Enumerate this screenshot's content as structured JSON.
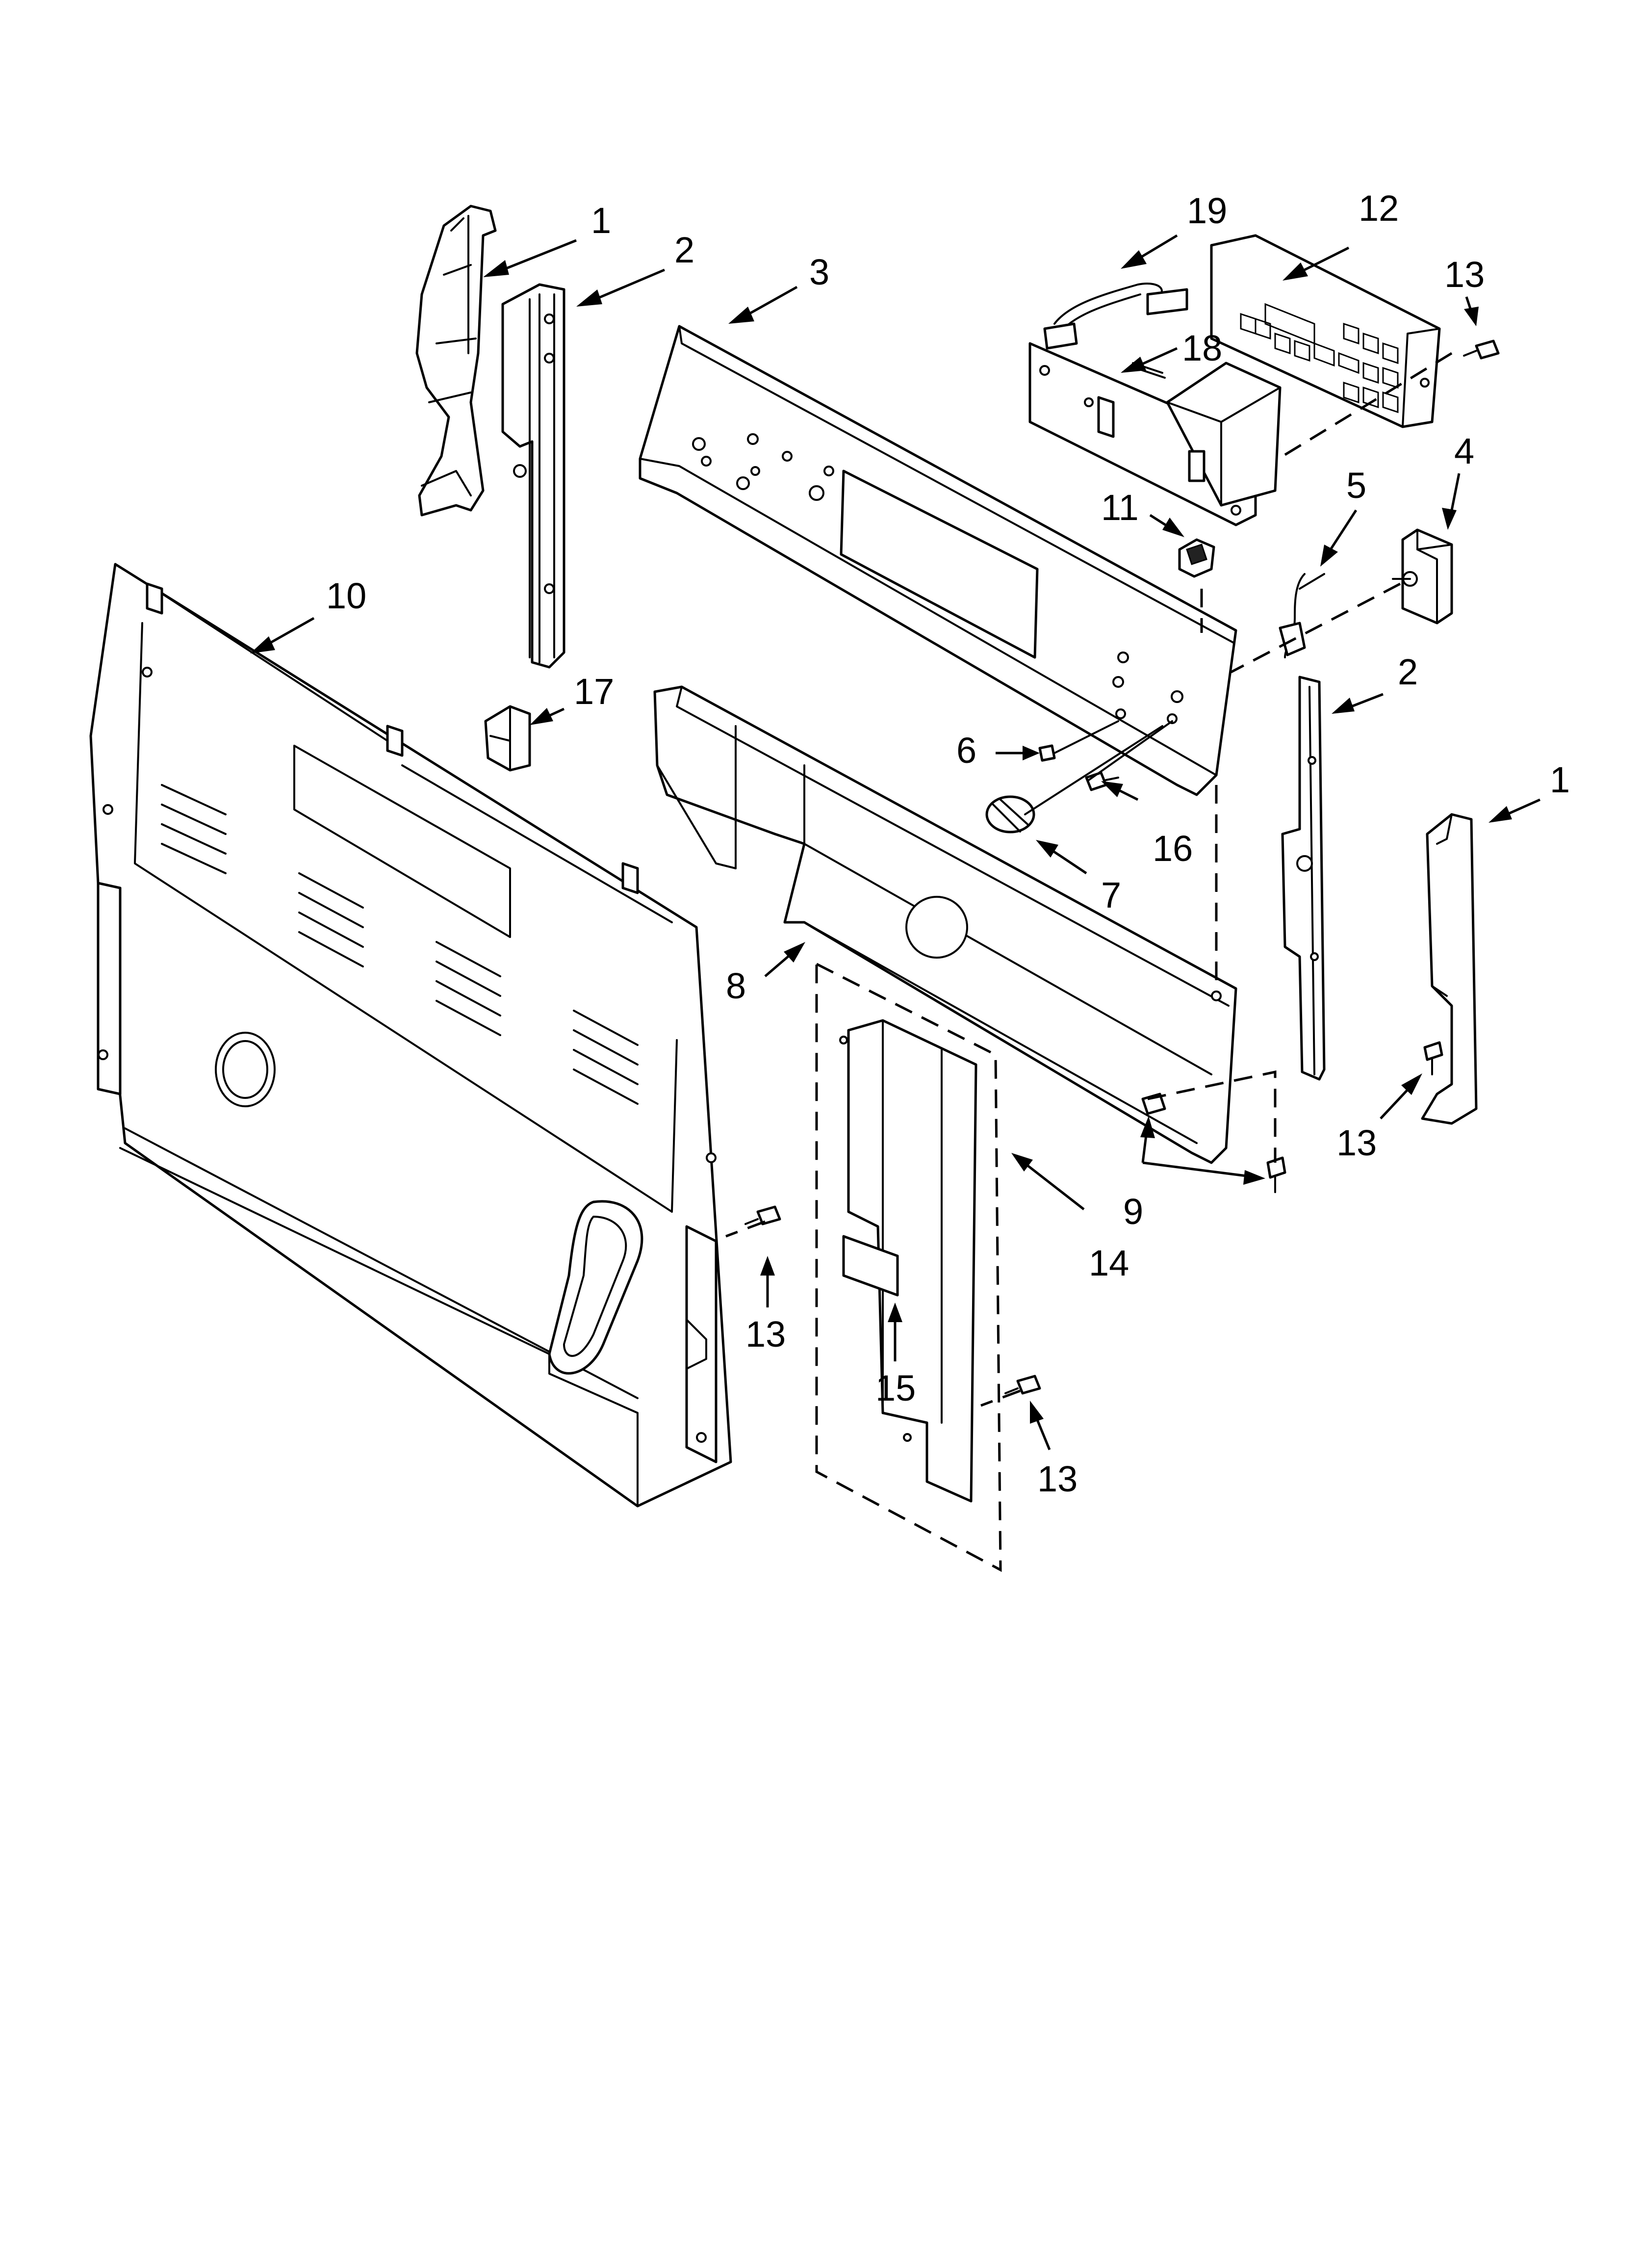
{
  "callouts": [
    {
      "id": "c1a",
      "text": "1"
    },
    {
      "id": "c2a",
      "text": "2"
    },
    {
      "id": "c3",
      "text": "3"
    },
    {
      "id": "c19",
      "text": "19"
    },
    {
      "id": "c12",
      "text": "12"
    },
    {
      "id": "c13a",
      "text": "13"
    },
    {
      "id": "c18",
      "text": "18"
    },
    {
      "id": "c11",
      "text": "11"
    },
    {
      "id": "c5",
      "text": "5"
    },
    {
      "id": "c4",
      "text": "4"
    },
    {
      "id": "c10",
      "text": "10"
    },
    {
      "id": "c17",
      "text": "17"
    },
    {
      "id": "c2b",
      "text": "2"
    },
    {
      "id": "c6",
      "text": "6"
    },
    {
      "id": "c16",
      "text": "16"
    },
    {
      "id": "c1b",
      "text": "1"
    },
    {
      "id": "c7",
      "text": "7"
    },
    {
      "id": "c8",
      "text": "8"
    },
    {
      "id": "c13b",
      "text": "13"
    },
    {
      "id": "c9",
      "text": "9"
    },
    {
      "id": "c14",
      "text": "14"
    },
    {
      "id": "c13c",
      "text": "13"
    },
    {
      "id": "c15",
      "text": "15"
    },
    {
      "id": "c13d",
      "text": "13"
    }
  ]
}
